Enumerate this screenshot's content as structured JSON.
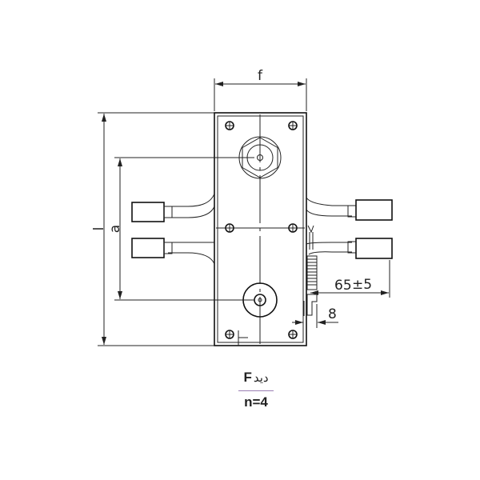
{
  "dimensions": {
    "width_label": "f",
    "length_label": "l",
    "spacing_label": "a",
    "wire_length_value": "65",
    "wire_length_tolerance": "±5",
    "offset_value": "8"
  },
  "caption": {
    "view_word": "دید",
    "view_letter": "F",
    "quantity": "n=4"
  }
}
